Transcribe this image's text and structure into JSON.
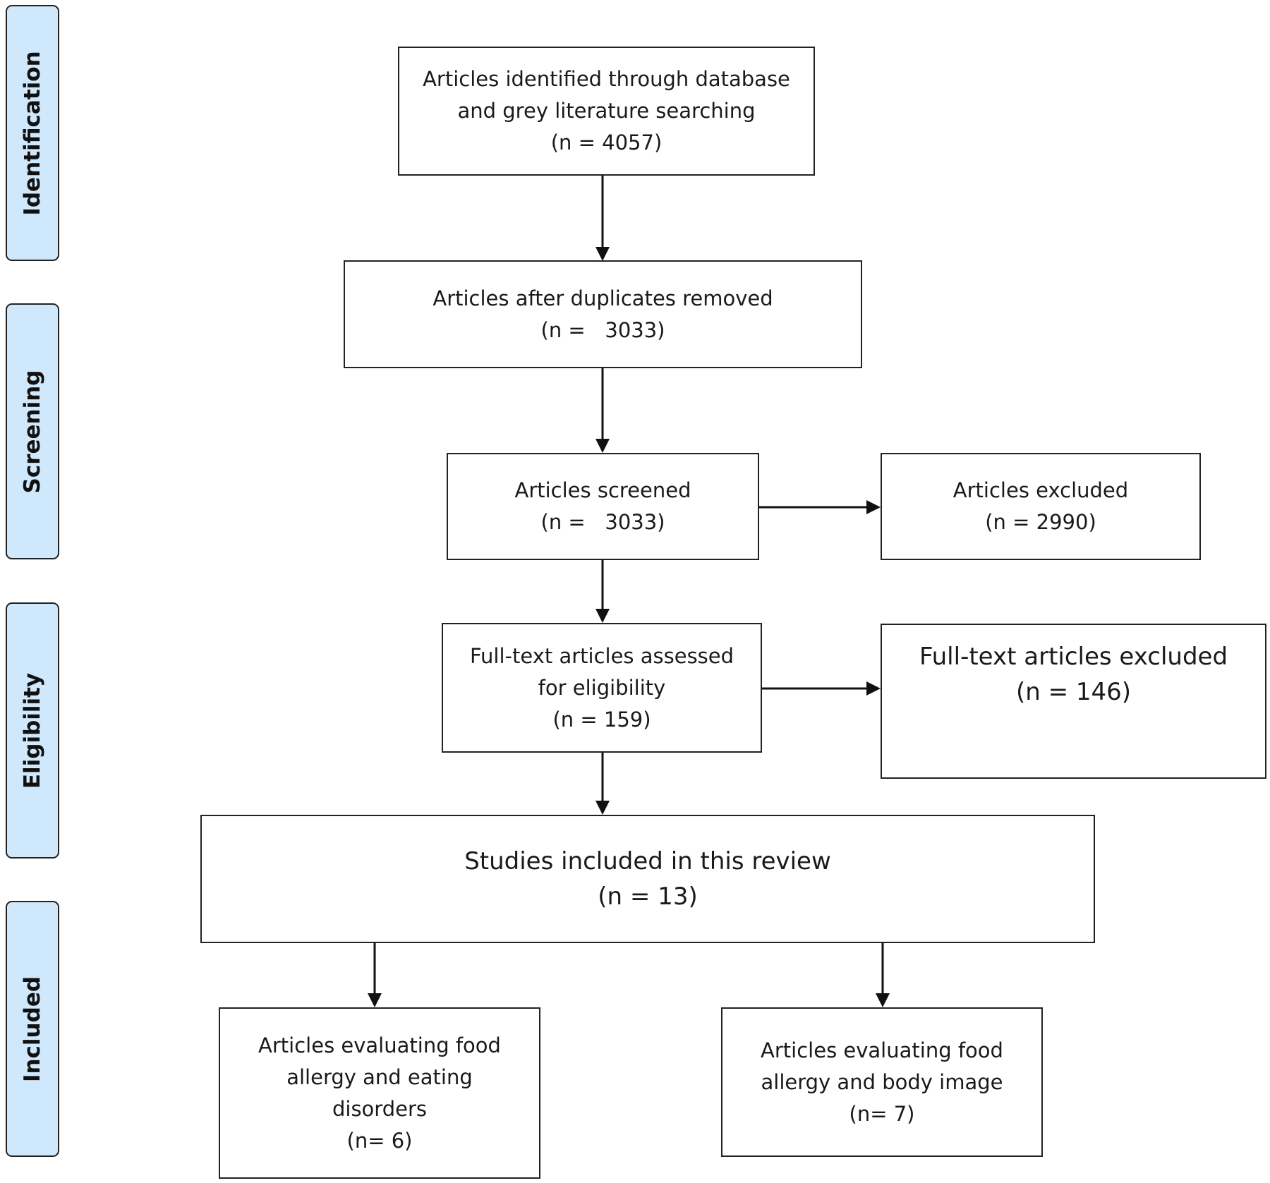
{
  "phases": {
    "identification": "Identification",
    "screening": "Screening",
    "eligibility": "Eligibility",
    "included": "Included"
  },
  "boxes": {
    "identified": {
      "line1": "Articles identified through database",
      "line2": "and grey literature searching",
      "line3": "(n = 4057)"
    },
    "duplicates_removed": {
      "line1": "Articles after duplicates removed",
      "line2": "(n =   3033)"
    },
    "screened": {
      "line1": "Articles screened",
      "line2": "(n =   3033)"
    },
    "excluded": {
      "line1": "Articles excluded",
      "line2": "(n = 2990)"
    },
    "full_text_assessed": {
      "line1": "Full-text articles assessed",
      "line2": "for eligibility",
      "line3": "(n = 159)"
    },
    "full_text_excluded": {
      "line1": "Full-text articles excluded",
      "line2": "(n = 146)"
    },
    "studies_included": {
      "line1": "Studies included in this review",
      "line2": "(n = 13)"
    },
    "eating_disorders": {
      "line1": "Articles evaluating food",
      "line2": "allergy and eating",
      "line3": "disorders",
      "line4": "(n= 6)"
    },
    "body_image": {
      "line1": "Articles evaluating food",
      "line2": "allergy and body image",
      "line3": "(n= 7)"
    }
  }
}
